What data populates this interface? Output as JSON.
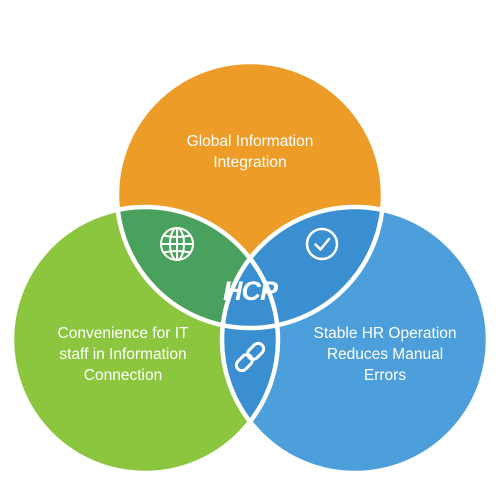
{
  "diagram": {
    "circles": [
      {
        "id": "top",
        "lines": [
          "Global Information",
          "Integration"
        ],
        "color": "#ed9c28"
      },
      {
        "id": "left",
        "lines": [
          "Convenience for IT",
          "staff in Information",
          "Connection"
        ],
        "color": "#8cc63f"
      },
      {
        "id": "right",
        "lines": [
          "Stable HR Operation",
          "Reduces Manual",
          "Errors"
        ],
        "color": "#4d9fdb"
      }
    ],
    "overlaps": {
      "top_left_icon": "globe-icon",
      "top_right_icon": "check-circle-icon",
      "left_right_icon": "link-icon",
      "overlap_color": "#4aa05d",
      "center_color": "#3a8fd0"
    },
    "center_logo": {
      "text": "HCP",
      "color": "#ffffff"
    }
  }
}
